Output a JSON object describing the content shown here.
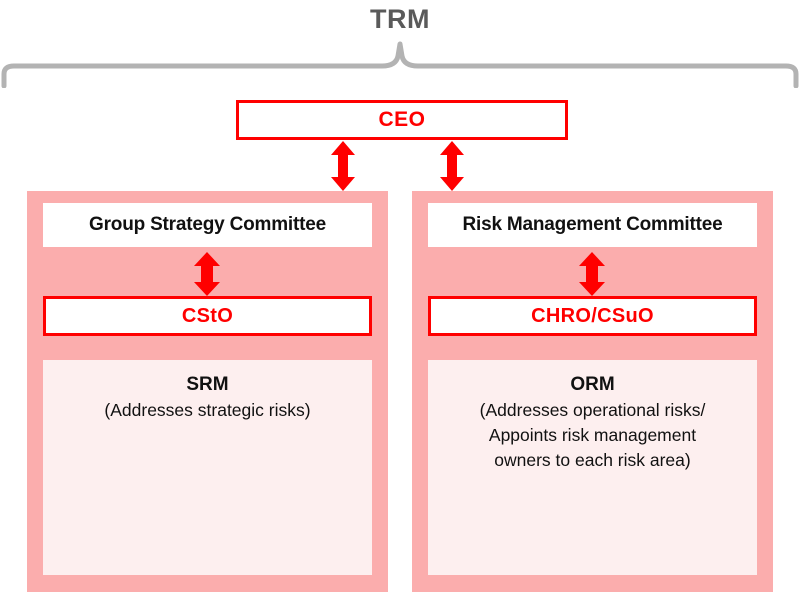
{
  "diagram": {
    "title": "TRM",
    "title_color": "#5a5a5a",
    "accent_color": "#ff0000",
    "panel_color": "#fbadad",
    "panel_inner_color": "#fdefef",
    "brace": {
      "name": "top-brace",
      "color": "#b3b3b3"
    },
    "top_node": {
      "label": "CEO",
      "text_color": "#ff0000",
      "border_color": "#ff0000"
    },
    "connectors": [
      {
        "name": "ceo-to-group-strategy",
        "type": "double-arrow",
        "color": "#ff0000"
      },
      {
        "name": "ceo-to-risk-management",
        "type": "double-arrow",
        "color": "#ff0000"
      }
    ],
    "panels": [
      {
        "id": "strategic",
        "committee": "Group Strategy Committee",
        "officer": "CStO",
        "connector": {
          "name": "committee-to-officer",
          "type": "double-arrow",
          "color": "#ff0000"
        },
        "body_heading": "SRM",
        "body_lines": [
          "(Addresses strategic risks)"
        ]
      },
      {
        "id": "operational",
        "committee": "Risk Management Committee",
        "officer": "CHRO/CSuO",
        "connector": {
          "name": "committee-to-officer",
          "type": "double-arrow",
          "color": "#ff0000"
        },
        "body_heading": "ORM",
        "body_lines": [
          "(Addresses operational risks/",
          "Appoints risk management",
          "owners to each risk area)"
        ]
      }
    ]
  }
}
